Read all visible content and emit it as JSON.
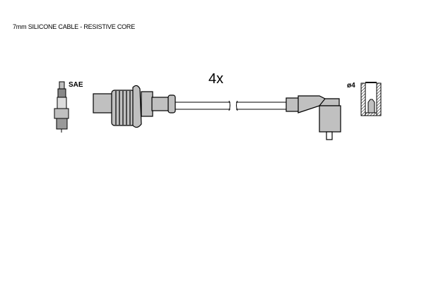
{
  "title": "7mm SILICONE CABLE - RESISTIVE CORE",
  "quantity": "4x",
  "plug_label": "SAE",
  "terminal_label": "ø4",
  "colors": {
    "part_fill": "#c0c0c0",
    "outline": "#000000"
  }
}
